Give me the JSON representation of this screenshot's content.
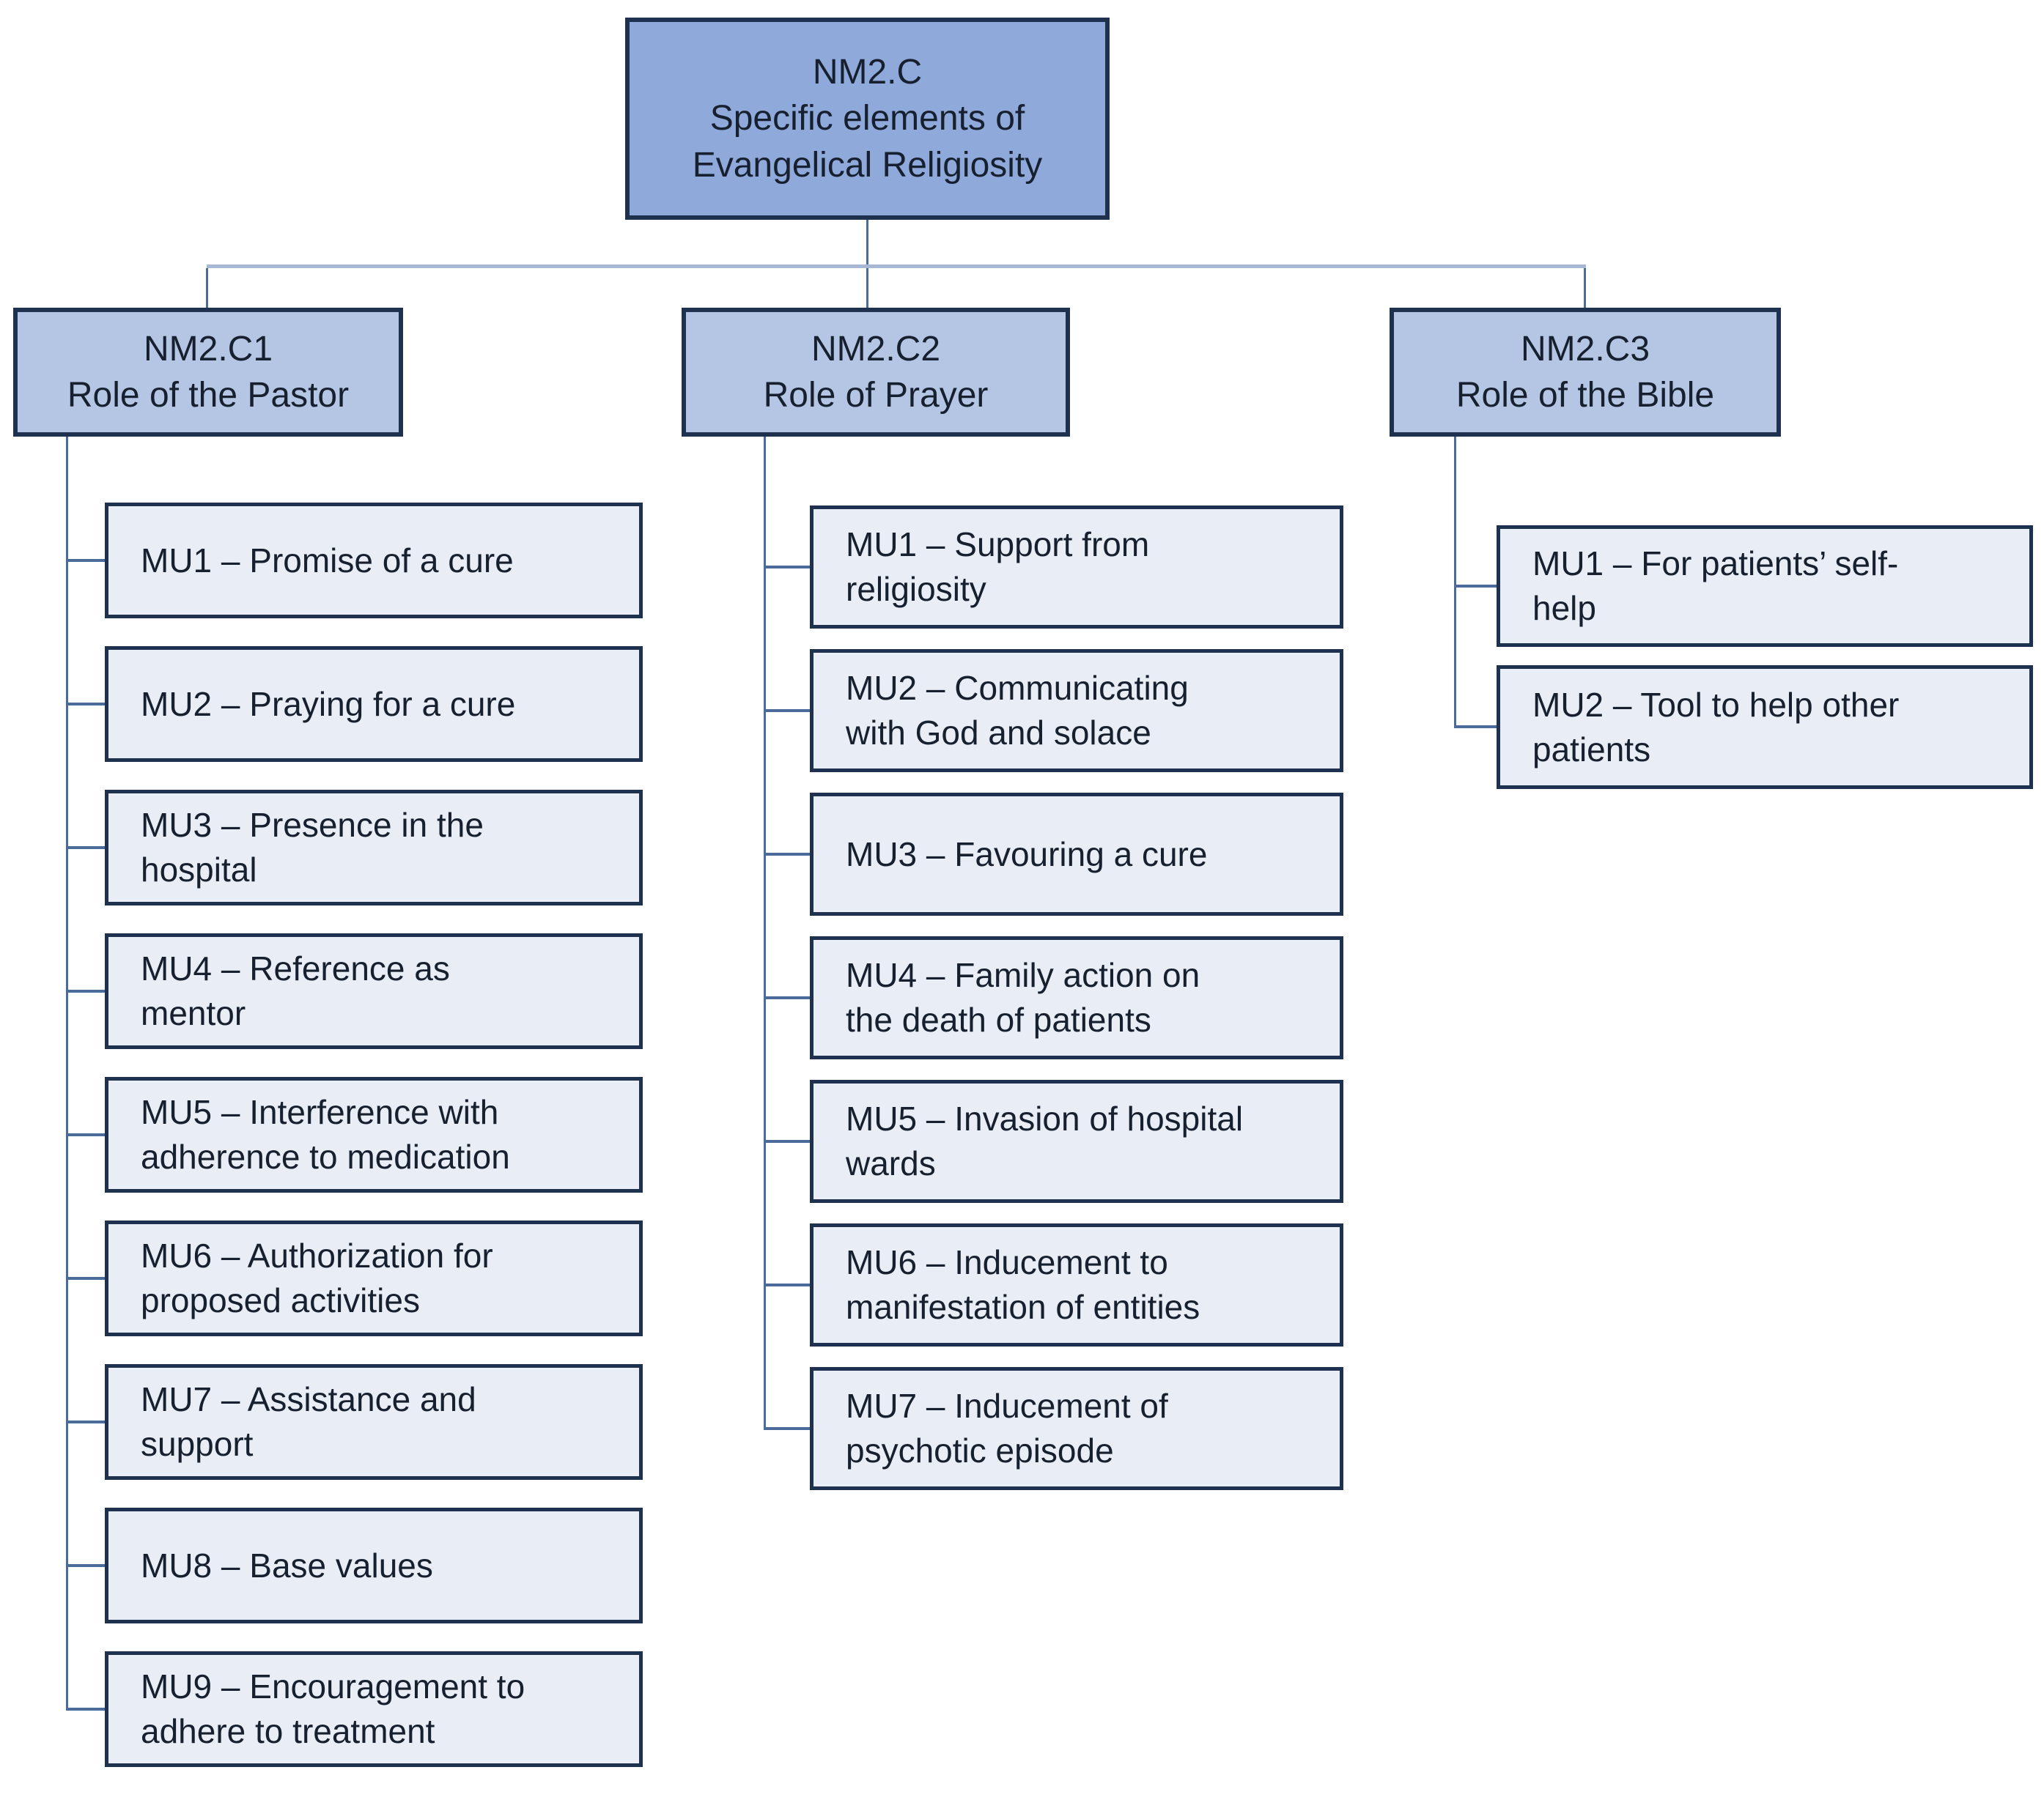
{
  "colors": {
    "root_fill": "#8fa9db",
    "branch_fill": "#b5c6e4",
    "leaf_fill": "#e9edf5",
    "border": "#1e3250",
    "text": "#16202f",
    "connector_light": "#a7b8d5",
    "connector_dark": "#4b6b9a"
  },
  "root": {
    "label": "NM2.C\nSpecific elements of\nEvangelical Religiosity"
  },
  "branches": [
    {
      "label": "NM2.C1\nRole of the Pastor",
      "items": [
        "MU1 – Promise of a cure",
        "MU2 – Praying for a cure",
        "MU3 – Presence in the\nhospital",
        "MU4 – Reference as\nmentor",
        "MU5 – Interference with\nadherence to medication",
        "MU6 – Authorization for\nproposed activities",
        "MU7 – Assistance and\nsupport",
        "MU8 – Base values",
        "MU9 – Encouragement to\nadhere to treatment"
      ]
    },
    {
      "label": "NM2.C2\nRole of Prayer",
      "items": [
        "MU1 – Support from\nreligiosity",
        "MU2 – Communicating\nwith God and solace",
        "MU3 – Favouring a cure",
        "MU4 – Family action on\nthe death of patients",
        "MU5 – Invasion of hospital\nwards",
        "MU6 – Inducement to\nmanifestation of entities",
        "MU7 – Inducement of\npsychotic episode"
      ]
    },
    {
      "label": "NM2.C3\nRole of the Bible",
      "items": [
        "MU1 – For patients’ self-\nhelp",
        "MU2 – Tool to help other\npatients"
      ]
    }
  ]
}
